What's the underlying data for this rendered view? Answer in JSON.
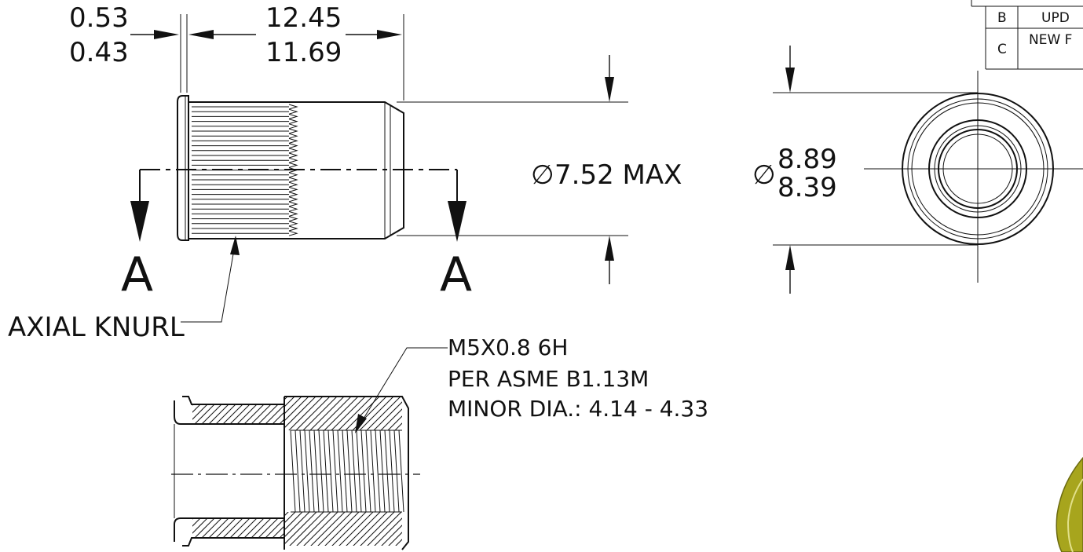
{
  "dimensions": {
    "flange_upper": "0.53",
    "flange_lower": "0.43",
    "length_upper": "12.45",
    "length_lower": "11.69",
    "body_dia": "7.52 MAX",
    "flange_dia_upper": "8.89",
    "flange_dia_lower": "8.39",
    "diameter_symbol": "∅"
  },
  "section": {
    "left_label": "A",
    "right_label": "A"
  },
  "notes": {
    "knurl": "AXIAL KNURL",
    "thread_line1": "M5X0.8 6H",
    "thread_line2": "PER ASME B1.13M",
    "thread_line3": "MINOR DIA.: 4.14 - 4.33"
  },
  "revision_table": {
    "rows": [
      {
        "rev": "B",
        "description": "UPD"
      },
      {
        "rev": "C",
        "description": "NEW F"
      }
    ]
  },
  "colors": {
    "line": "#111111",
    "background": "#ffffff",
    "render_accent": "#a7a51d"
  }
}
